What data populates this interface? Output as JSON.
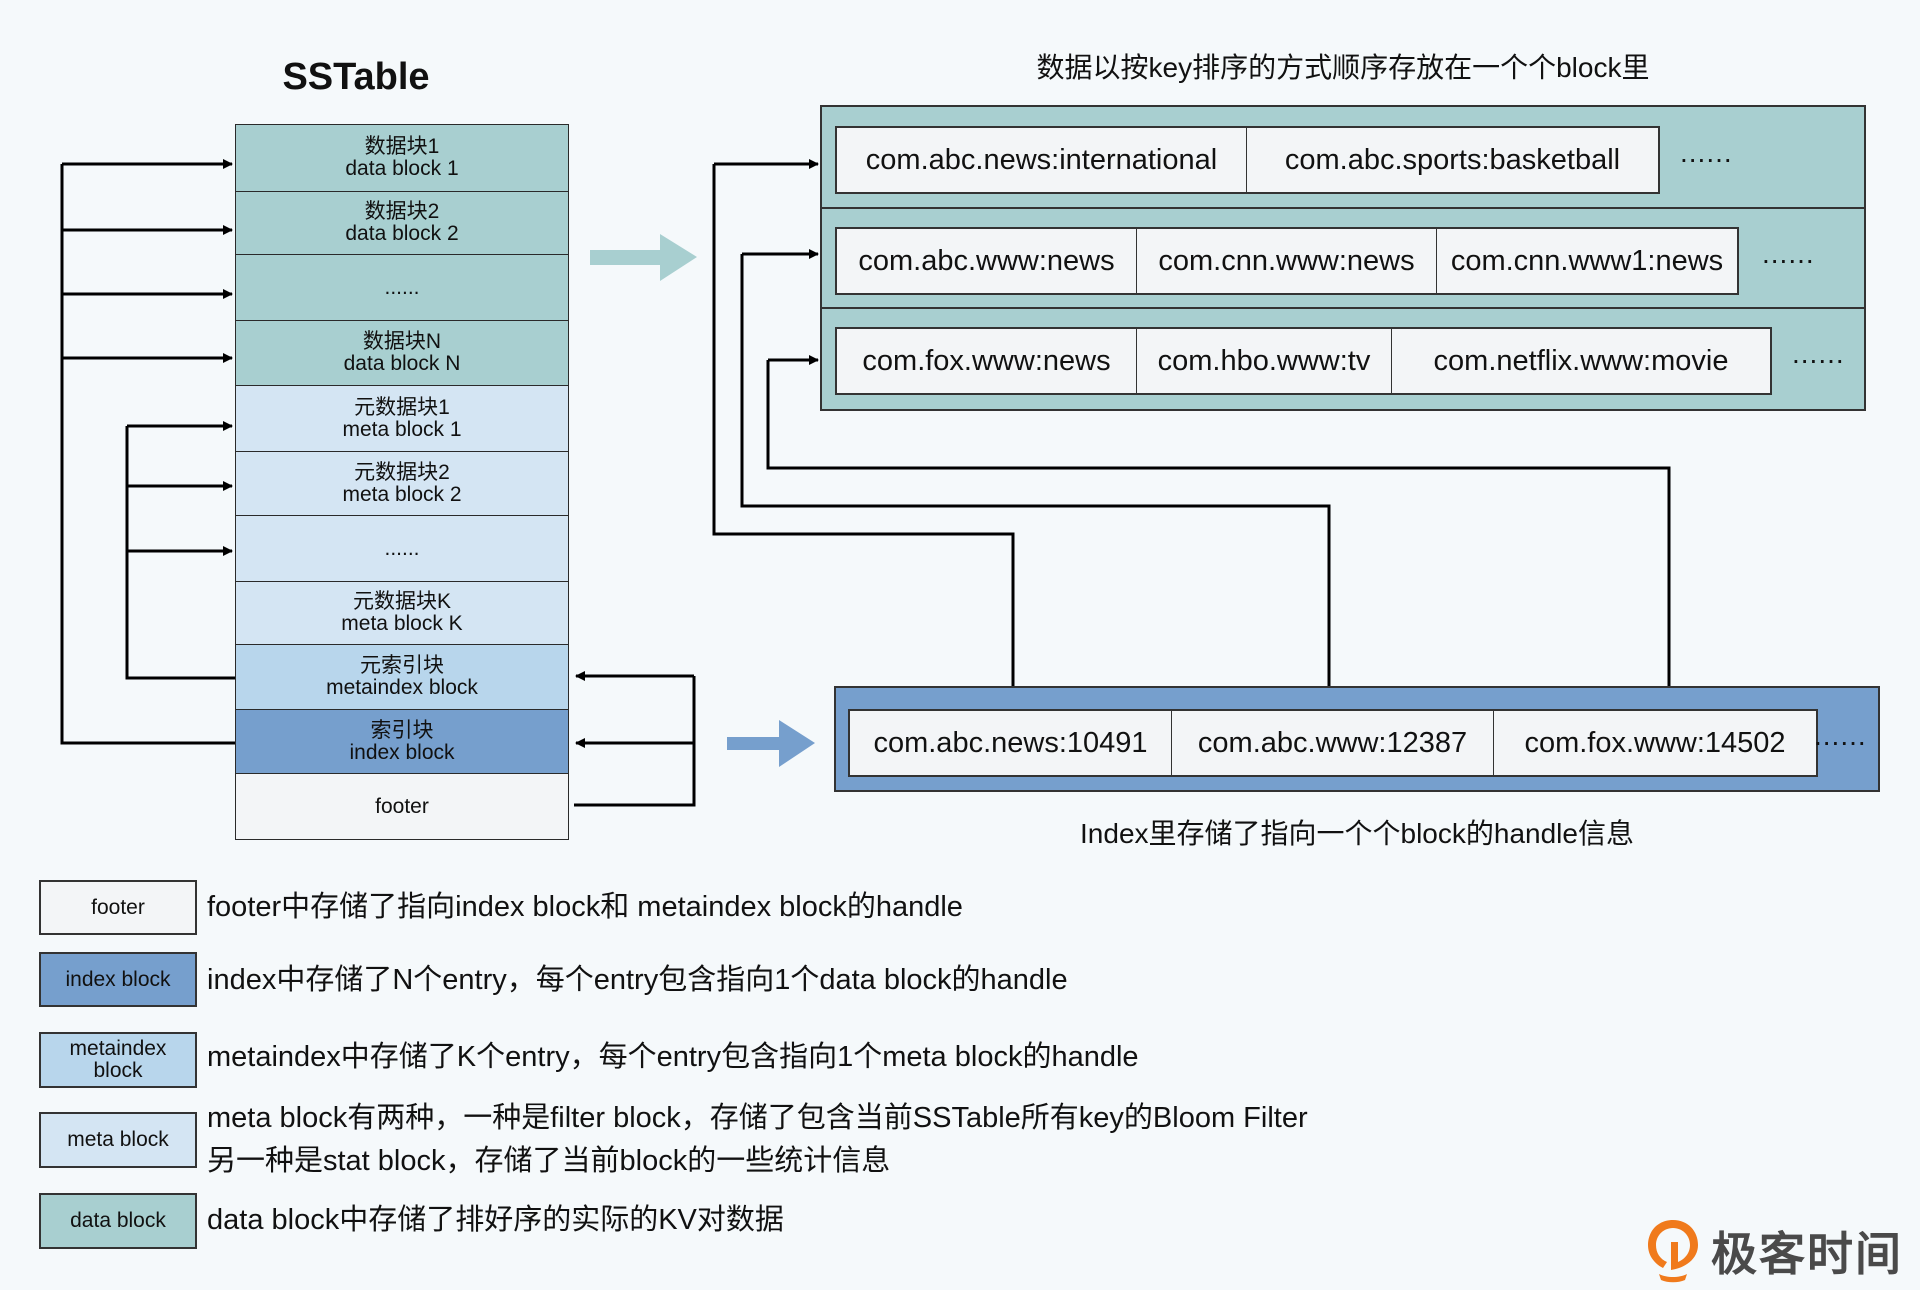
{
  "title": "SSTable",
  "colors": {
    "background": "#f5f9fb",
    "data_block": "#a8cfd0",
    "meta_block": "#d4e5f3",
    "metaindex_block": "#b8d6ec",
    "index_block": "#769fcd",
    "footer": "#f3f5f7",
    "logo_orange": "#f07a1c"
  },
  "sstable": {
    "blocks": [
      {
        "type": "data",
        "cn": "数据块1",
        "en": "data block 1"
      },
      {
        "type": "data",
        "cn": "数据块2",
        "en": "data block 2"
      },
      {
        "type": "data",
        "cn": "",
        "en": "......"
      },
      {
        "type": "data",
        "cn": "数据块N",
        "en": "data block N"
      },
      {
        "type": "meta",
        "cn": "元数据块1",
        "en": "meta block 1"
      },
      {
        "type": "meta",
        "cn": "元数据块2",
        "en": "meta block 2"
      },
      {
        "type": "meta",
        "cn": "",
        "en": "......"
      },
      {
        "type": "meta",
        "cn": "元数据块K",
        "en": "meta block K"
      },
      {
        "type": "metaindex",
        "cn": "元索引块",
        "en": "metaindex block"
      },
      {
        "type": "index",
        "cn": "索引块",
        "en": "index block"
      },
      {
        "type": "footer",
        "cn": "",
        "en": "footer"
      }
    ]
  },
  "data_panel": {
    "caption": "数据以按key排序的方式顺序存放在一个个block里",
    "rows": [
      {
        "keys": [
          "com.abc.news:international",
          "com.abc.sports:basketball"
        ],
        "more": "......"
      },
      {
        "keys": [
          "com.abc.www:news",
          "com.cnn.www:news",
          "com.cnn.www1:news"
        ],
        "more": "......"
      },
      {
        "keys": [
          "com.fox.www:news",
          "com.hbo.www:tv",
          "com.netflix.www:movie"
        ],
        "more": "......"
      }
    ]
  },
  "index_panel": {
    "entries": [
      "com.abc.news:10491",
      "com.abc.www:12387",
      "com.fox.www:14502"
    ],
    "more": "......",
    "caption": "Index里存储了指向一个个block的handle信息"
  },
  "legend": [
    {
      "type": "footer",
      "label": "footer",
      "text": "footer中存储了指向index block和 metaindex block的handle"
    },
    {
      "type": "index",
      "label": "index block",
      "text": "index中存储了N个entry，每个entry包含指向1个data block的handle"
    },
    {
      "type": "metaindex",
      "label": "metaindex block",
      "text": "metaindex中存储了K个entry，每个entry包含指向1个meta block的handle"
    },
    {
      "type": "meta",
      "label": "meta block",
      "text": "meta block有两种，一种是filter block，存储了包含当前SSTable所有key的Bloom Filter",
      "text2": "另一种是stat block，存储了当前block的一些统计信息"
    },
    {
      "type": "data",
      "label": "data block",
      "text": "data block中存储了排好序的实际的KV对数据"
    }
  ],
  "logo": {
    "icon": "geektime-logo-icon",
    "text": "极客时间"
  }
}
